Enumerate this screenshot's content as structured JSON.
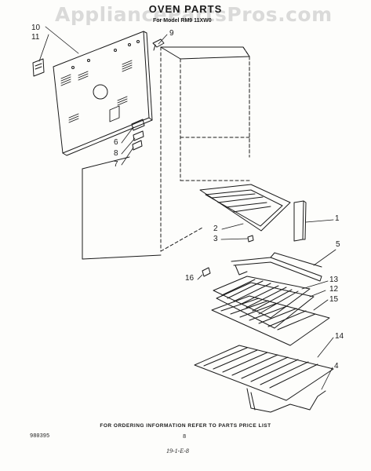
{
  "watermark": "AppliancePartsPros.com",
  "title": "OVEN PARTS",
  "model_line": "For Model RM9 11XW0",
  "callouts": [
    "10",
    "11",
    "9",
    "6",
    "8",
    "7",
    "1",
    "2",
    "3",
    "5",
    "16",
    "13",
    "12",
    "15",
    "14",
    "4"
  ],
  "footer_note": "FOR ORDERING INFORMATION REFER TO PARTS PRICE LIST",
  "doc_code": "980395",
  "page_mark": "8",
  "date_stamp": "19-1-E-8",
  "colors": {
    "ink": "#1a1a1a",
    "paper": "#fdfdfb",
    "watermark": "#bebebe"
  }
}
